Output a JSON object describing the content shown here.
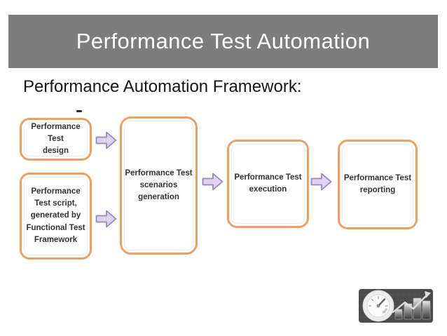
{
  "slide": {
    "title": "Performance Test Automation",
    "subtitle": "Performance Automation Framework:"
  },
  "diagram": {
    "boxes": [
      {
        "id": "design",
        "label": "Performance Test\ndesign"
      },
      {
        "id": "script",
        "label": "Performance\nTest script,\ngenerated by\nFunctional Test\nFramework"
      },
      {
        "id": "scenarios",
        "label": "Performance Test\nscenarios\ngeneration"
      },
      {
        "id": "execution",
        "label": "Performance Test\nexecution"
      },
      {
        "id": "reporting",
        "label": "Performance Test\nreporting"
      }
    ],
    "arrow_icon": "block-arrow-right",
    "arrow_count": 4
  },
  "logo": {
    "icons": [
      "speedometer-gauge",
      "rising-bar-chart-with-trend-arrow"
    ]
  },
  "colors": {
    "title_bar_bg": "#7D7D7D",
    "title_text": "#FFFFFF",
    "box_border": "#E8A264",
    "box_text": "#333333",
    "arrow_fill": "#DFD3F1",
    "arrow_border": "#9A87BF",
    "logo_bg": "#4B4B4B",
    "body_text": "#161616"
  }
}
